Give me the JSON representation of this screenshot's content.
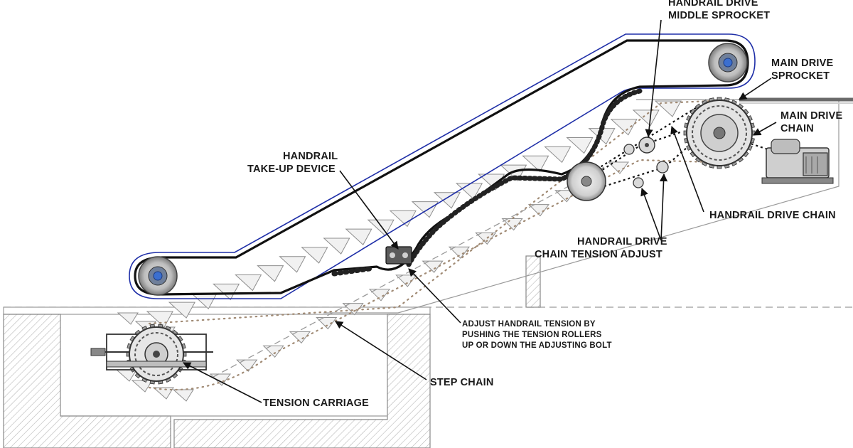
{
  "labels": {
    "handrail_drive_middle_sprocket_1": "HANDRAIL DRIVE",
    "handrail_drive_middle_sprocket_2": "MIDDLE SPROCKET",
    "main_drive_sprocket_1": "MAIN DRIVE",
    "main_drive_sprocket_2": "SPROCKET",
    "main_drive_chain_1": "MAIN DRIVE",
    "main_drive_chain_2": "CHAIN",
    "handrail_takeup_1": "HANDRAIL",
    "handrail_takeup_2": "TAKE-UP DEVICE",
    "handrail_drive_chain": "HANDRAIL DRIVE CHAIN",
    "chain_tension_adjust_1": "HANDRAIL DRIVE",
    "chain_tension_adjust_2": "CHAIN TENSION ADJUST",
    "adjust_tension_1": "ADJUST HANDRAIL TENSION BY",
    "adjust_tension_2": "PUSHING THE TENSION ROLLERS",
    "adjust_tension_3": "UP OR DOWN THE ADJUSTING BOLT",
    "step_chain": "STEP CHAIN",
    "tension_carriage": "TENSION CARRIAGE"
  },
  "colors": {
    "handrail_outline": "#1f2fa8",
    "handrail_inner": "#111111",
    "roller_face": "#3b6fd0"
  }
}
